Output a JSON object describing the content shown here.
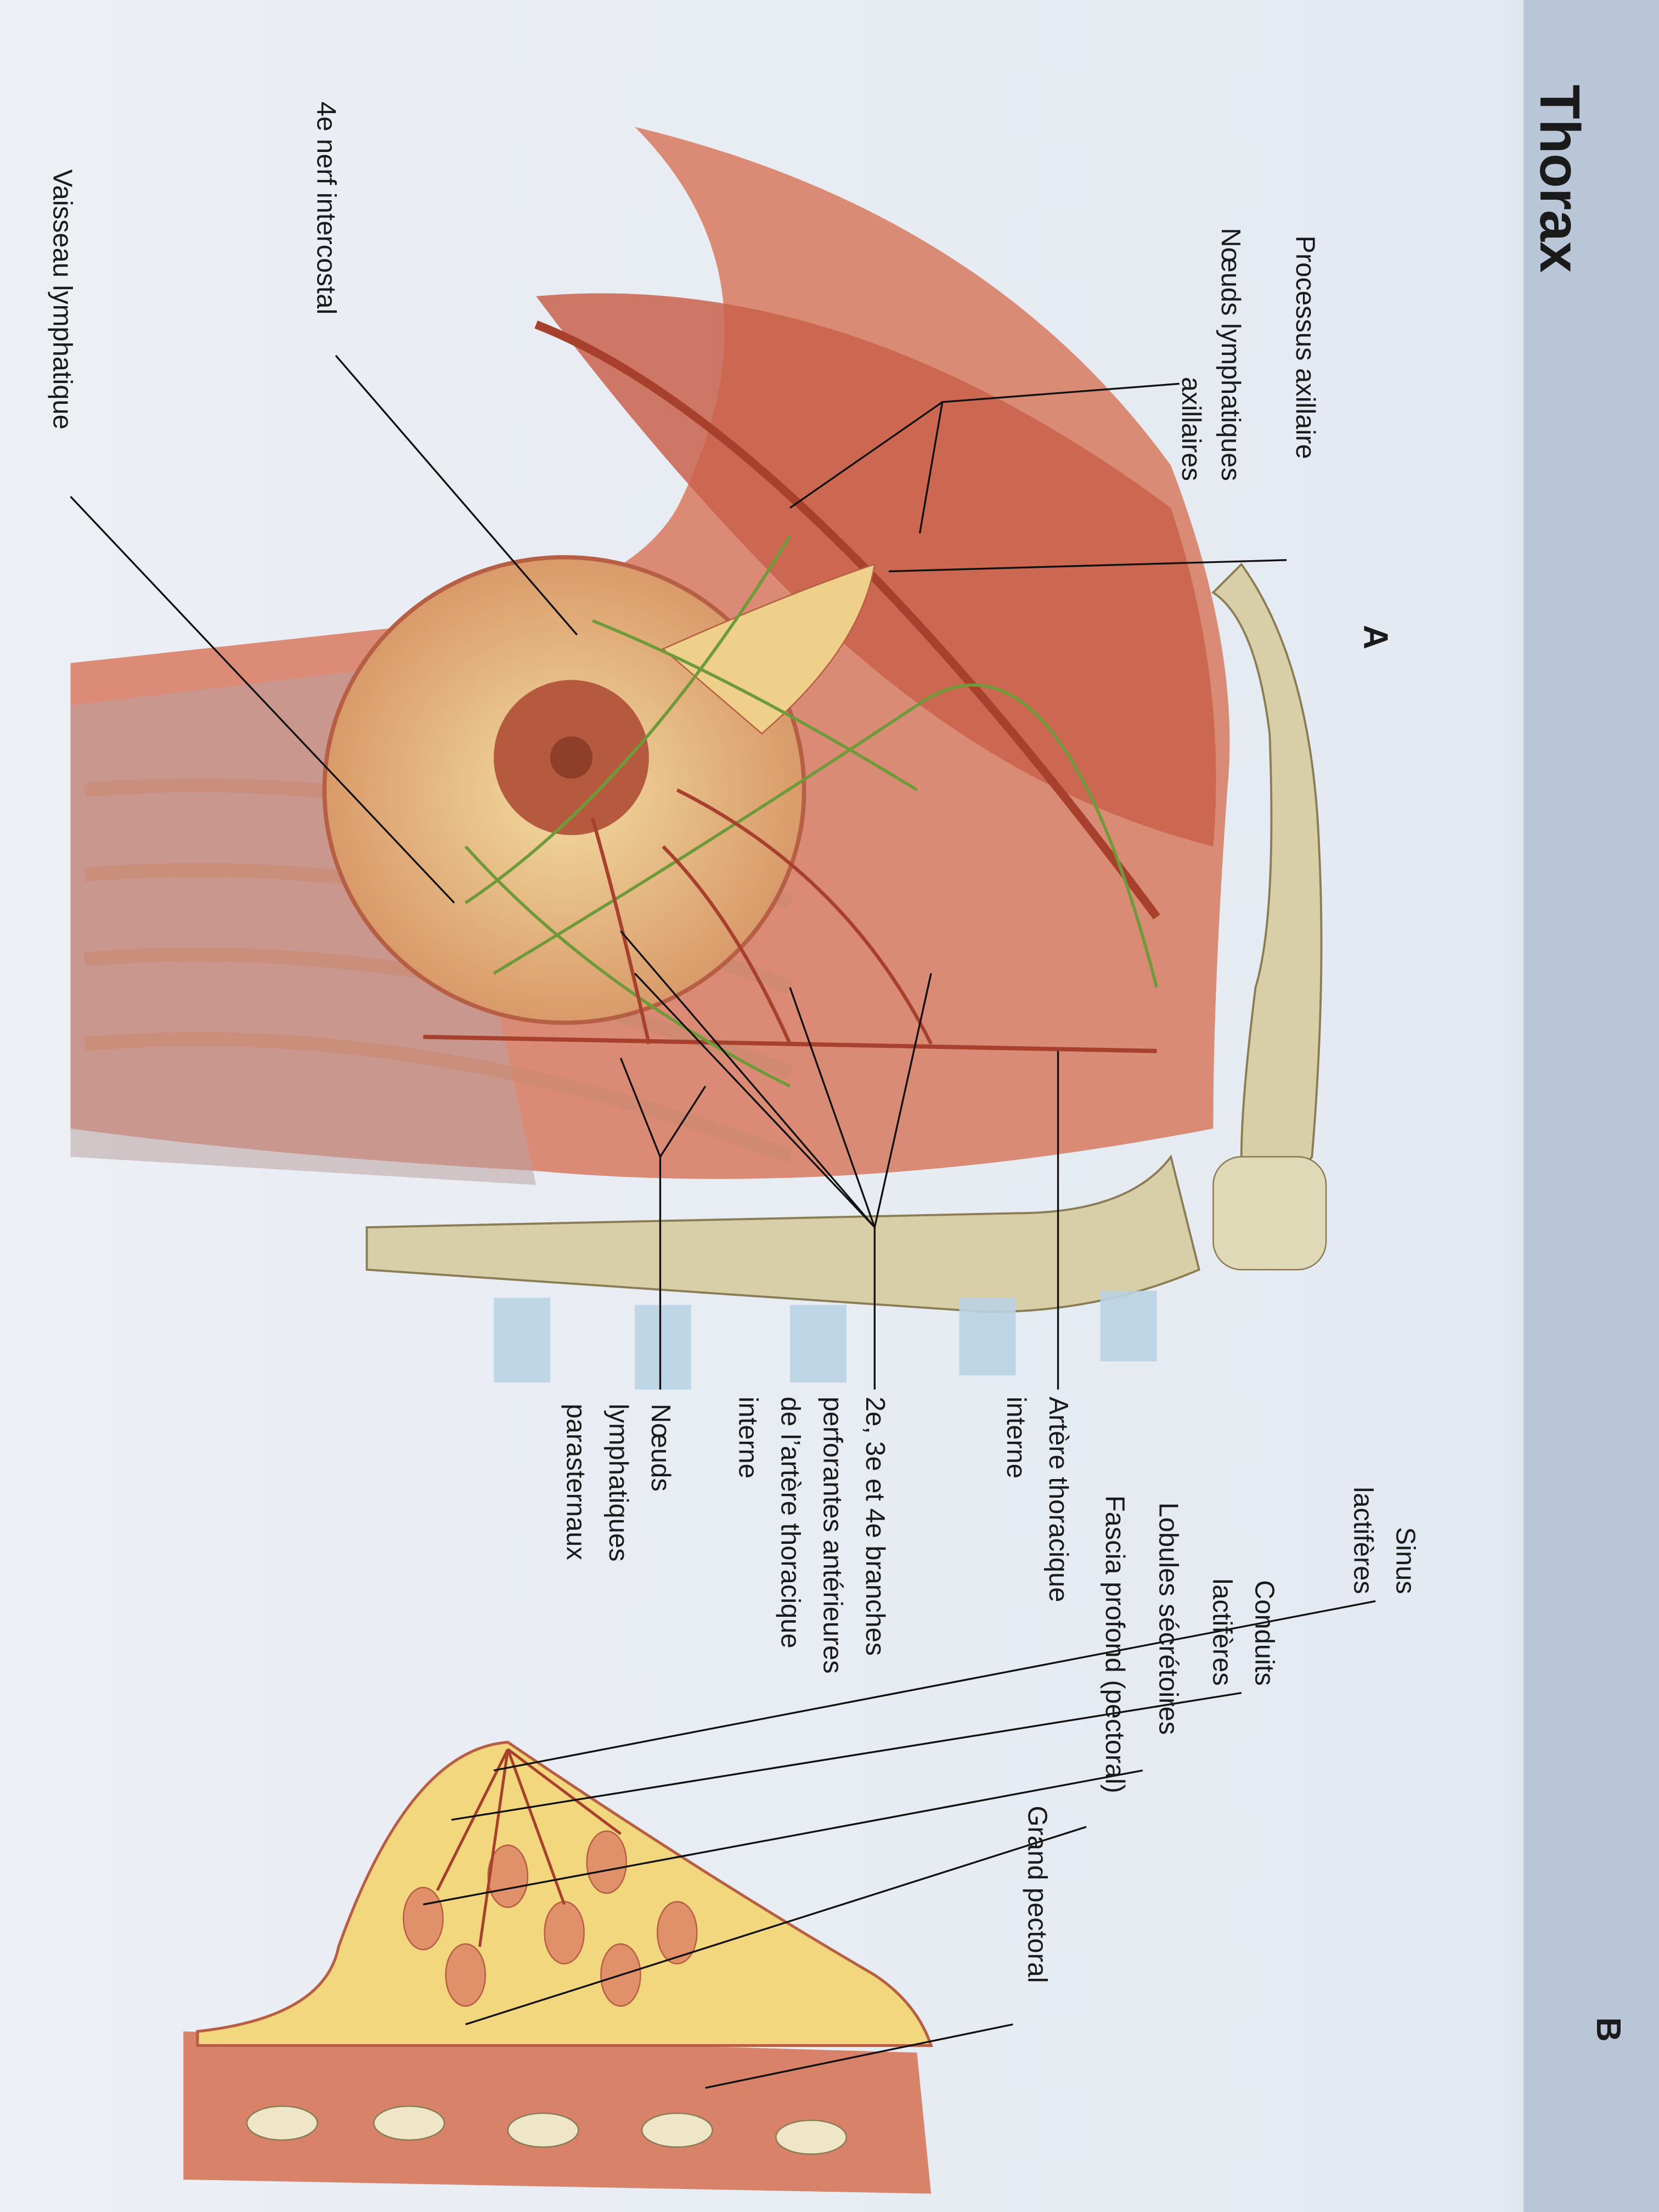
{
  "page": {
    "title": "Thorax",
    "figure_a_label": "A",
    "figure_b_label": "B"
  },
  "figure_a": {
    "labels": {
      "processus_axillaire": "Processus axillaire",
      "noeuds_axillaires": [
        "Nœuds lymphatiques",
        "axillaires"
      ],
      "nerf_intercostal": "4e nerf intercostal",
      "vaisseau_lymphatique": "Vaisseau lymphatique",
      "artere_thoracique": [
        "Artère thoracique",
        "interne"
      ],
      "branches_perforantes": [
        "2e, 3e et 4e branches",
        "perforantes antérieures",
        "de l’artère thoracique",
        "interne"
      ],
      "noeuds_parasternaux": [
        "Nœuds",
        "lymphatiques",
        "parasternaux"
      ]
    }
  },
  "figure_b": {
    "labels": {
      "grand_pectoral": "Grand pectoral",
      "sinus": [
        "Sinus",
        "lactifères"
      ],
      "conduits": [
        "Conduits",
        "lactifères"
      ],
      "lobules": "Lobules sécrétoires",
      "fascia": "Fascia profond (pectoral)"
    }
  },
  "colors": {
    "page": "#e9eef5",
    "muscle": "#d9826a",
    "breast": "#efd08a",
    "bone": "#d8cfa8",
    "cartilage": "#b9d3e3",
    "lymph": "#6f9a3a",
    "artery": "#a8402e"
  }
}
